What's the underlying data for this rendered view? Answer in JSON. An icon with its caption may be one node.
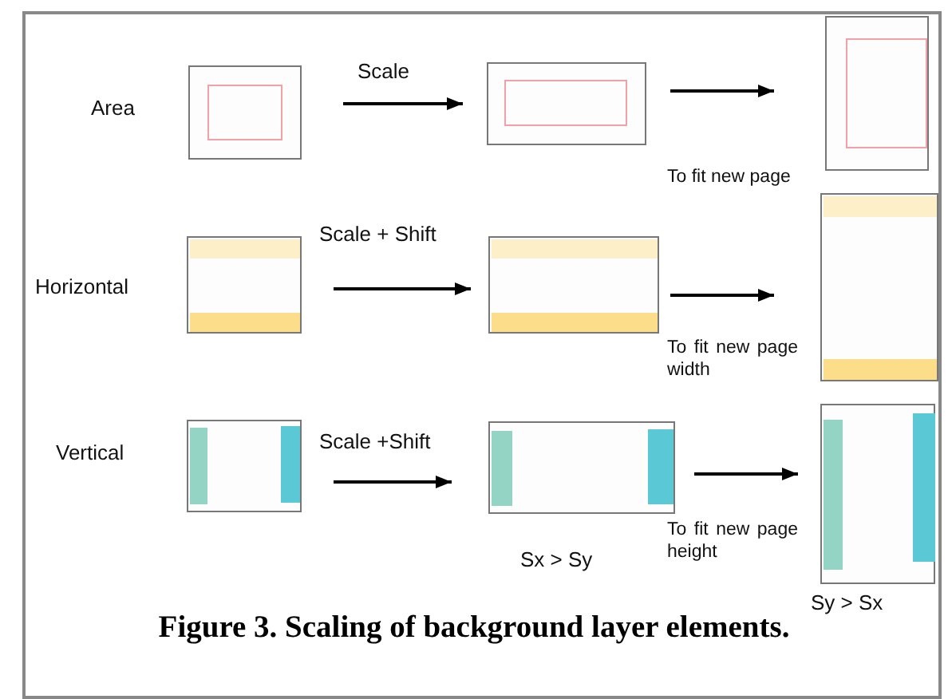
{
  "diagram": {
    "caption": "Figure 3. Scaling of background layer elements.",
    "nodes": [
      {
        "text": [],
        "shape": "box"
      },
      {
        "text": [],
        "shape": "box"
      },
      {
        "text": [],
        "shape": "box"
      },
      {
        "text": [],
        "shape": "box"
      },
      {
        "text": [],
        "shape": "box"
      },
      {
        "text": [],
        "shape": "box"
      },
      {
        "text": [],
        "shape": "box"
      },
      {
        "text": [],
        "shape": "box",
        "beside": [
          "Sx > Sy"
        ]
      },
      {
        "text": [],
        "shape": "box",
        "beside": [
          "Sy > Sx"
        ]
      }
    ],
    "edges": [
      {
        "from": 0,
        "to": 1,
        "arrow": "to",
        "label": "Scale"
      },
      {
        "from": 1,
        "to": 2,
        "arrow": "to",
        "label": "To fit new page"
      },
      {
        "from": 3,
        "to": 4,
        "arrow": "to",
        "label": "Scale + Shift"
      },
      {
        "from": 4,
        "to": 5,
        "arrow": "to",
        "label": "To fit new page width"
      },
      {
        "from": 6,
        "to": 7,
        "arrow": "to",
        "label": "Scale +Shift"
      },
      {
        "from": 7,
        "to": 8,
        "arrow": "to",
        "label": "To fit new page height"
      }
    ],
    "labels": [
      "Area",
      "Horizontal",
      "Vertical"
    ]
  }
}
